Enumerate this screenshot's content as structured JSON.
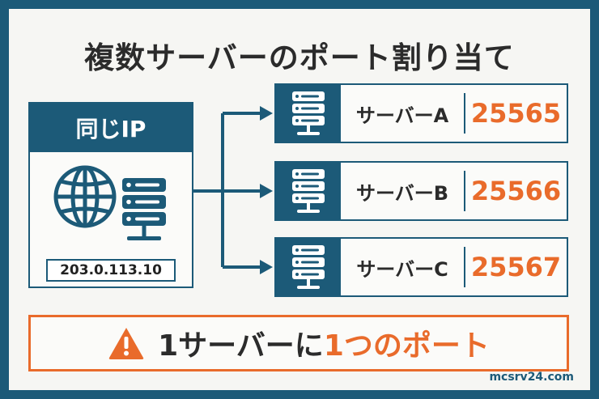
{
  "page": {
    "title": "複数サーバーのポート割り当て",
    "footer": "mcsrv24.com"
  },
  "source": {
    "label": "同じIP",
    "ip_address": "203.0.113.10",
    "icons": [
      "globe-icon",
      "server-icon"
    ]
  },
  "servers": [
    {
      "name": "サーバーA",
      "port": "25565",
      "icon": "server-icon"
    },
    {
      "name": "サーバーB",
      "port": "25566",
      "icon": "server-icon"
    },
    {
      "name": "サーバーC",
      "port": "25567",
      "icon": "server-icon"
    }
  ],
  "banner": {
    "part1": "1サーバーに",
    "part2": "1つのポート",
    "icon": "warning-icon"
  },
  "colors": {
    "primary": "#1c5a78",
    "accent": "#e96b2b",
    "background": "#f6f6f3",
    "text": "#2b2b2b"
  }
}
